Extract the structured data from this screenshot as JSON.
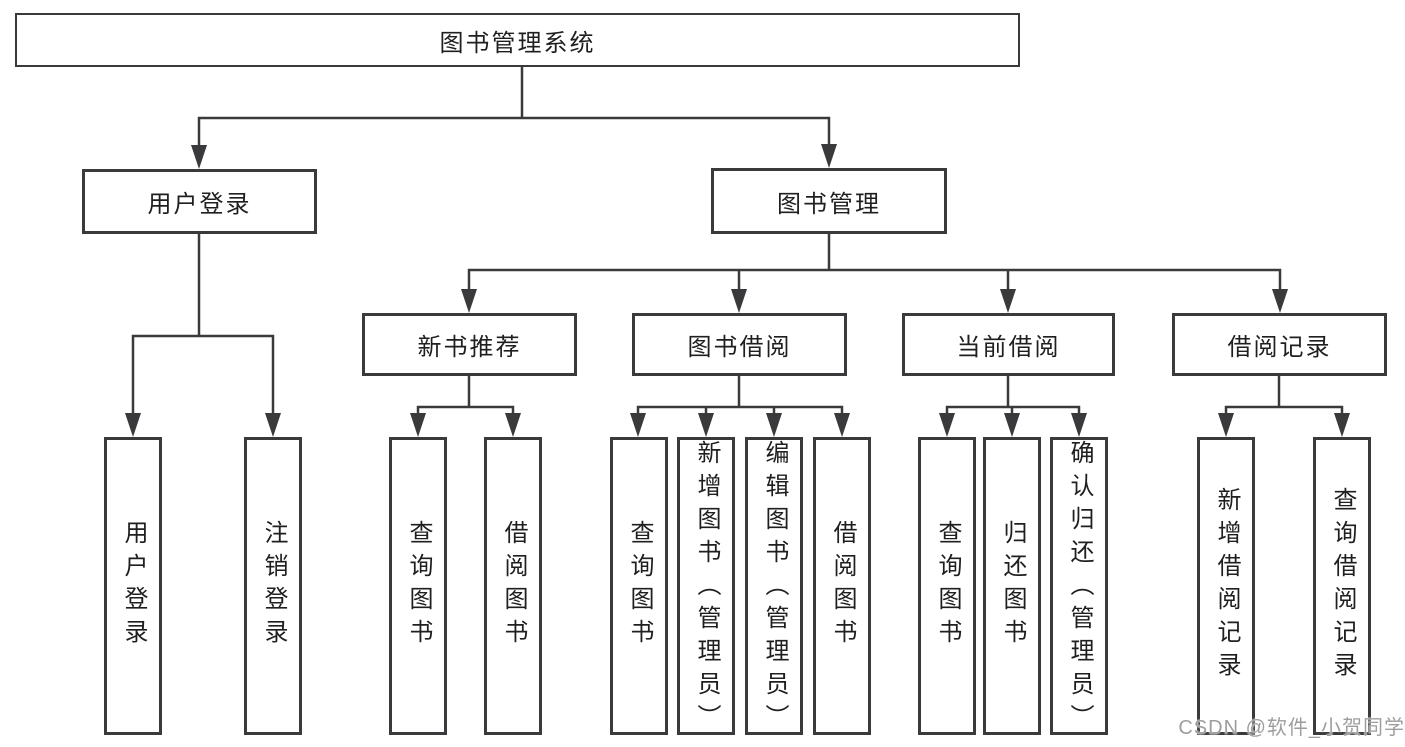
{
  "title": "图书管理系统",
  "branches": {
    "user": {
      "label": "用户登录",
      "children": [
        "用户登录",
        "注销登录"
      ]
    },
    "books": {
      "label": "图书管理",
      "modules": [
        {
          "label": "新书推荐",
          "children": [
            "查询图书",
            "借阅图书"
          ]
        },
        {
          "label": "图书借阅",
          "children": [
            "查询图书",
            "新增图书（管理员）",
            "编辑图书（管理员）",
            "借阅图书"
          ]
        },
        {
          "label": "当前借阅",
          "children": [
            "查询图书",
            "归还图书",
            "确认归还（管理员）"
          ]
        },
        {
          "label": "借阅记录",
          "children": [
            "新增借阅记录",
            "查询借阅记录"
          ]
        }
      ]
    }
  },
  "watermark": "CSDN @软件_小贺同学",
  "colors": {
    "line": "#3a3a3c",
    "text": "#1f1f1f",
    "watermark": "#9e9e9e",
    "background": "#ffffff"
  }
}
